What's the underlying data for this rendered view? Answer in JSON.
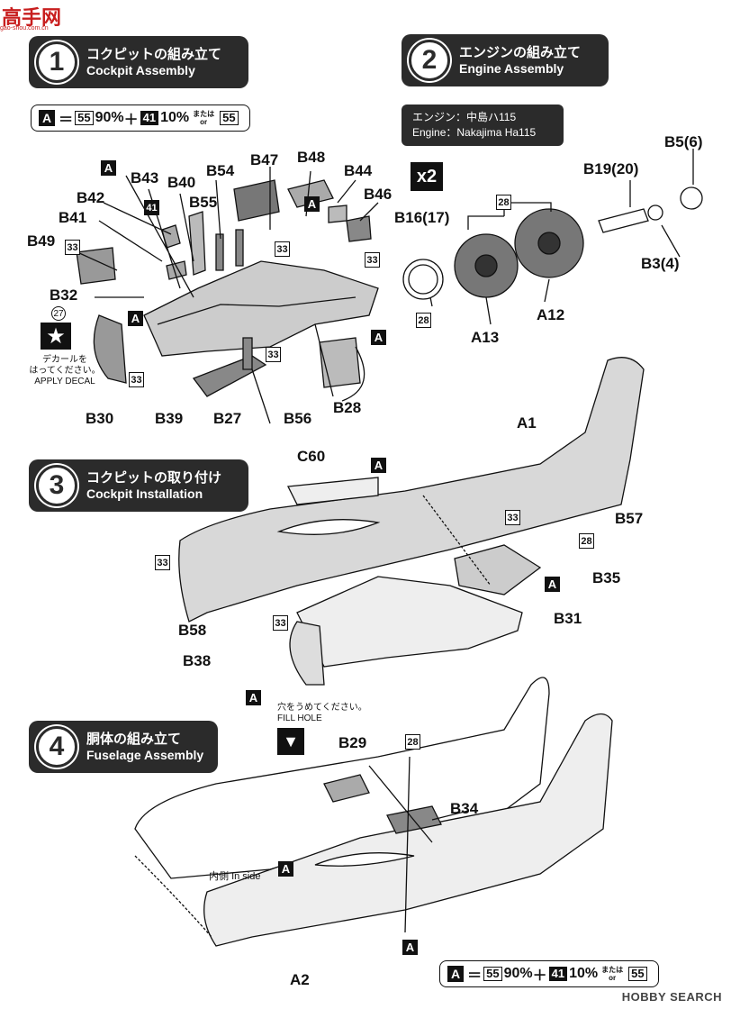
{
  "logo": {
    "text": "高手网",
    "sub": "gao-shou.com.cn"
  },
  "steps": [
    {
      "num": "1",
      "jp": "コクピットの組み立て",
      "en": "Cockpit Assembly"
    },
    {
      "num": "2",
      "jp": "エンジンの組み立て",
      "en": "Engine Assembly"
    },
    {
      "num": "3",
      "jp": "コクピットの取り付け",
      "en": "Cockpit Installation"
    },
    {
      "num": "4",
      "jp": "胴体の組み立て",
      "en": "Fuselage Assembly"
    }
  ],
  "formula": {
    "a": "A",
    "eq": "＝",
    "c1": "55",
    "p1": "90%",
    "plus": "＋",
    "c2": "41",
    "p2": "10%",
    "or_jp": "または",
    "or_en": "or",
    "c3": "55"
  },
  "engine_note": {
    "jp": "エンジン：中島ハ115",
    "en": "Engine：Nakajima Ha115"
  },
  "multiplier": "x2",
  "decal_note": {
    "jp1": "デカールを",
    "jp2": "はってください。",
    "en": "APPLY DECAL"
  },
  "fill_note": {
    "jp": "穴をうめてください。",
    "en": "FILL HOLE"
  },
  "inside_note": {
    "jp": "内側",
    "en": "In side"
  },
  "parts": {
    "b43": "B43",
    "b40": "B40",
    "b54": "B54",
    "b47": "B47",
    "b48": "B48",
    "b44": "B44",
    "b42": "B42",
    "b55": "B55",
    "b46": "B46",
    "b41": "B41",
    "b49": "B49",
    "b32": "B32",
    "b30": "B30",
    "b39": "B39",
    "b27": "B27",
    "b56": "B56",
    "b28": "B28",
    "b56b": "B5(6)",
    "b19": "B19(20)",
    "b16": "B16(17)",
    "b3": "B3(4)",
    "a12": "A12",
    "a13": "A13",
    "a1": "A1",
    "c60": "C60",
    "b57": "B57",
    "b35": "B35",
    "b31": "B31",
    "b58": "B58",
    "b38": "B38",
    "b29": "B29",
    "b34": "B34",
    "a2": "A2"
  },
  "tags": {
    "a": "A",
    "n33": "33",
    "n28": "28",
    "n41": "41",
    "n27": "27"
  },
  "watermark": "HOBBY SEARCH"
}
